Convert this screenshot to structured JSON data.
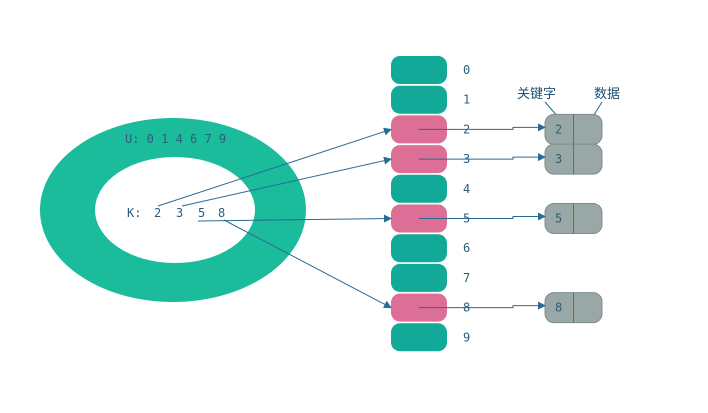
{
  "universe_label": "U: 0 1 4 6 7 9",
  "keys_label": "K:",
  "keys": [
    "2",
    "3",
    "5",
    "8"
  ],
  "slots": [
    {
      "index": "0",
      "occupied": false
    },
    {
      "index": "1",
      "occupied": false
    },
    {
      "index": "2",
      "occupied": true
    },
    {
      "index": "3",
      "occupied": true
    },
    {
      "index": "4",
      "occupied": false
    },
    {
      "index": "5",
      "occupied": true
    },
    {
      "index": "6",
      "occupied": false
    },
    {
      "index": "7",
      "occupied": false
    },
    {
      "index": "8",
      "occupied": true
    },
    {
      "index": "9",
      "occupied": false
    }
  ],
  "column_headers": {
    "key": "关键字",
    "data": "数据"
  },
  "records": [
    {
      "slot": "2",
      "key": "2"
    },
    {
      "slot": "3",
      "key": "3"
    },
    {
      "slot": "5",
      "key": "5"
    },
    {
      "slot": "8",
      "key": "8"
    }
  ],
  "colors": {
    "ring": "#1bbc9b",
    "slot_empty": "#13a999",
    "slot_occupied": "#dd6f96",
    "record": "#99a7a7",
    "arrow": "#2a6a93"
  }
}
